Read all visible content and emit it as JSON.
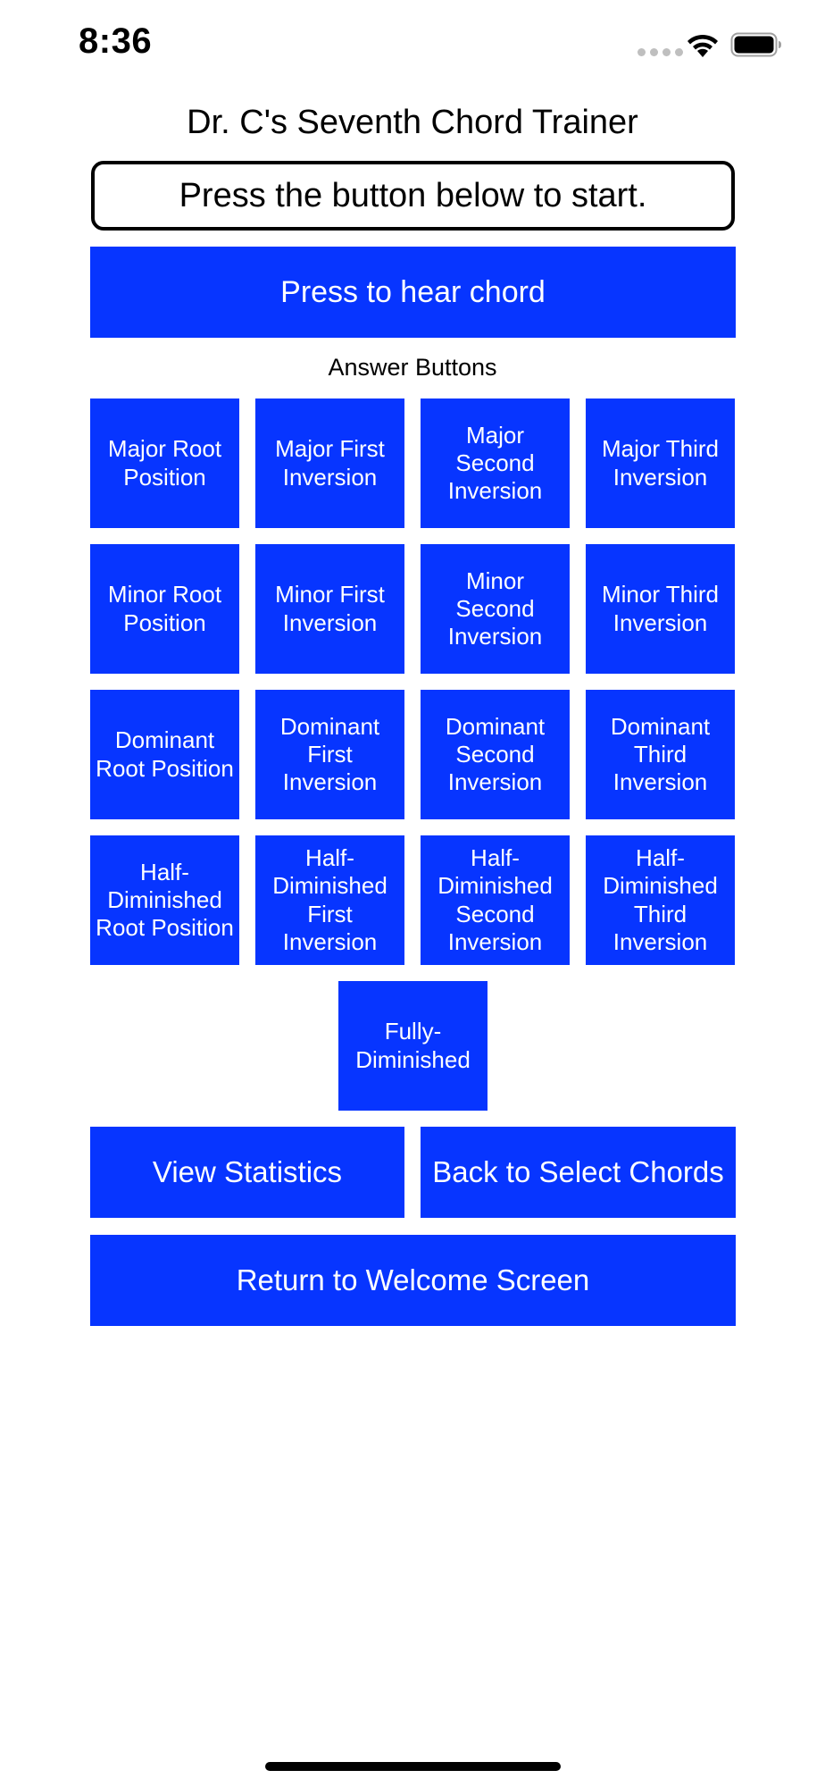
{
  "status_bar": {
    "time": "8:36",
    "icons": [
      "cellular-dots-icon",
      "wifi-icon",
      "battery-icon"
    ]
  },
  "title": "Dr. C's Seventh Chord Trainer",
  "status_message": "Press the button below to start.",
  "hear_chord_label": "Press to hear chord",
  "answers_label": "Answer Buttons",
  "answers": [
    "Major Root Position",
    "Major First Inversion",
    "Major Second Inversion",
    "Major Third Inversion",
    "Minor Root Position",
    "Minor First Inversion",
    "Minor Second Inversion",
    "Minor Third Inversion",
    "Dominant Root Position",
    "Dominant First Inversion",
    "Dominant Second Inversion",
    "Dominant Third Inversion",
    "Half-Diminished Root Position",
    "Half-Diminished First Inversion",
    "Half-Diminished Second Inversion",
    "Half-Diminished Third Inversion",
    "Fully-Diminished"
  ],
  "view_statistics_label": "View Statistics",
  "back_label": "Back to Select Chords",
  "welcome_label": "Return to Welcome Screen",
  "colors": {
    "button_blue": "#0735ff",
    "button_text": "#ffffff",
    "background": "#ffffff"
  }
}
